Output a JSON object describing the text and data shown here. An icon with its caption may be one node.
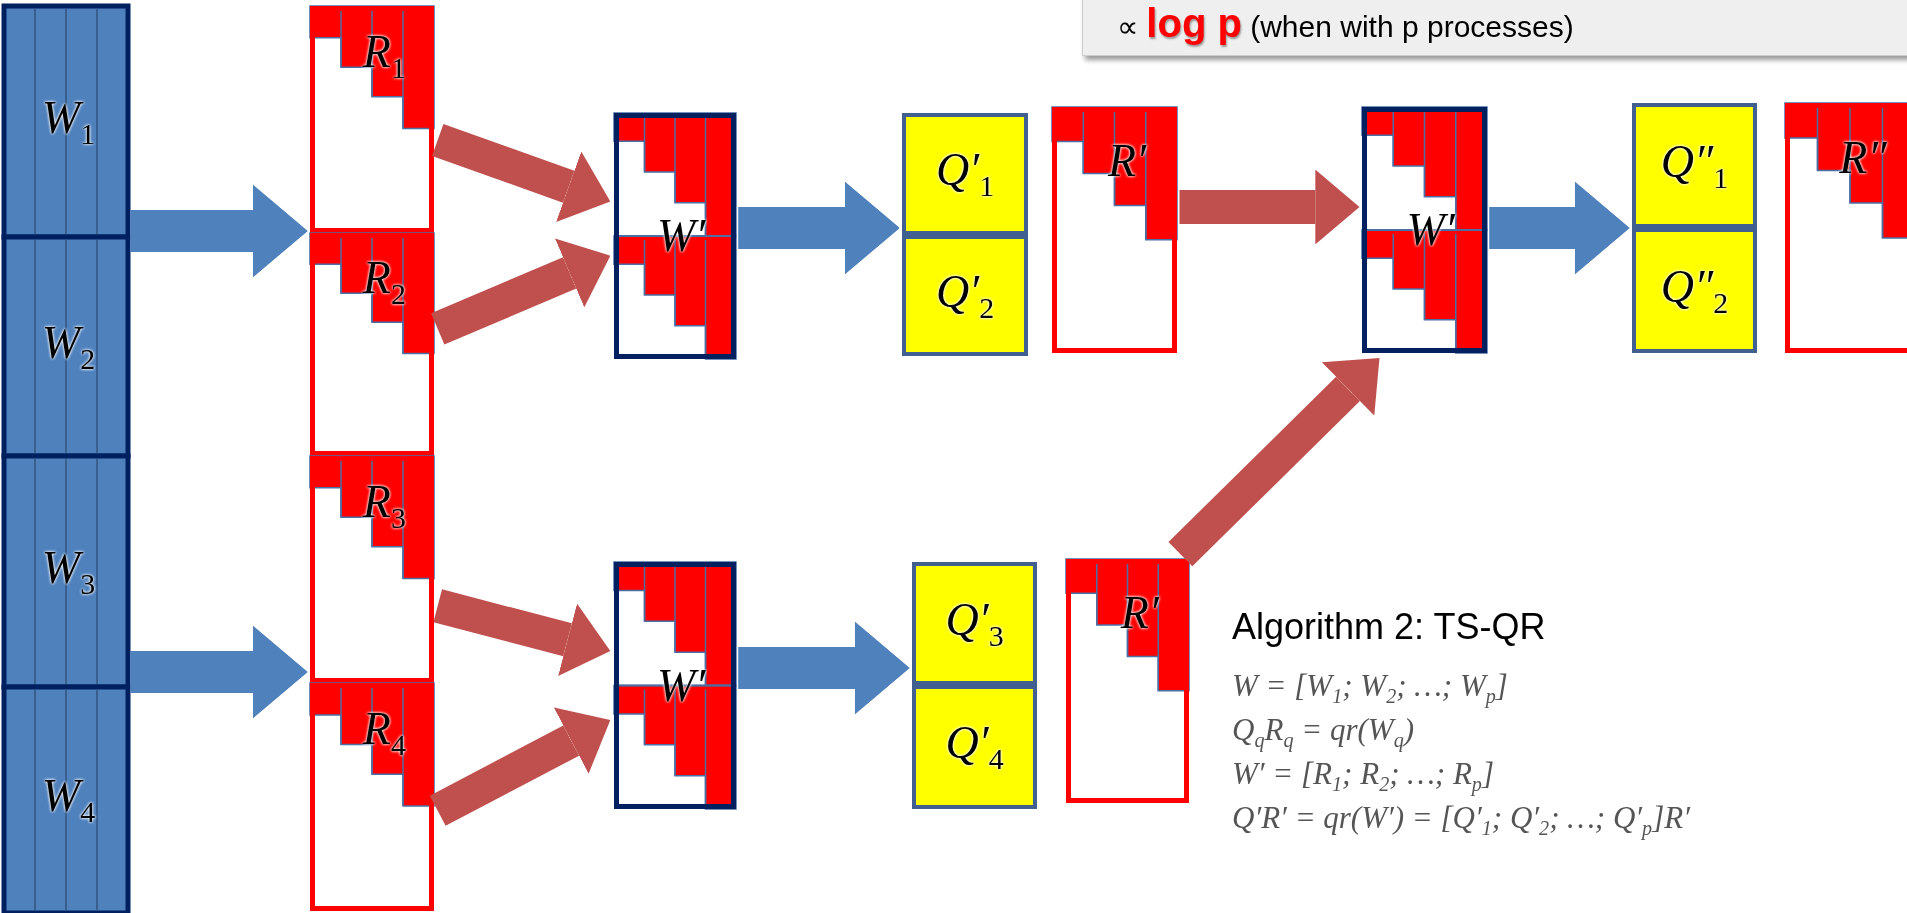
{
  "diagram": {
    "nodes": [
      {
        "text": [
          "W$_{1}$"
        ]
      },
      {
        "text": [
          "W$_{2}$"
        ]
      },
      {
        "text": [
          "W$_{3}$"
        ]
      },
      {
        "text": [
          "W$_{4}$"
        ]
      },
      {
        "text": [
          "R$_{1}$"
        ]
      },
      {
        "text": [
          "R$_{2}$"
        ]
      },
      {
        "text": [
          "R$_{3}$"
        ]
      },
      {
        "text": [
          "R$_{4}$"
        ]
      },
      {
        "text": [
          "W′"
        ]
      },
      {
        "text": [
          "Q′$_{1}$"
        ]
      },
      {
        "text": [
          "Q′$_{2}$"
        ]
      },
      {
        "text": [
          "R′"
        ]
      },
      {
        "text": [
          "W′"
        ]
      },
      {
        "text": [
          "Q″$_{1}$"
        ]
      },
      {
        "text": [
          "Q″$_{2}$"
        ]
      },
      {
        "text": [
          "R″"
        ]
      },
      {
        "text": [
          "W′"
        ]
      },
      {
        "text": [
          "Q′$_{3}$"
        ]
      },
      {
        "text": [
          "Q′$_{4}$"
        ]
      },
      {
        "text": [
          "R′"
        ]
      }
    ],
    "edges": [
      {
        "from": 0,
        "to": 4,
        "arrow": "to"
      },
      {
        "from": 1,
        "to": 5,
        "arrow": "to"
      },
      {
        "from": 2,
        "to": 6,
        "arrow": "to"
      },
      {
        "from": 3,
        "to": 7,
        "arrow": "to"
      },
      {
        "from": 4,
        "to": 8,
        "arrow": "to",
        "color": "#c0504d"
      },
      {
        "from": 5,
        "to": 8,
        "arrow": "to",
        "color": "#c0504d"
      },
      {
        "from": 6,
        "to": 16,
        "arrow": "to",
        "color": "#c0504d"
      },
      {
        "from": 7,
        "to": 16,
        "arrow": "to",
        "color": "#c0504d"
      },
      {
        "from": 8,
        "to": 9,
        "arrow": "to"
      },
      {
        "from": 8,
        "to": 10,
        "arrow": "to"
      },
      {
        "from": 16,
        "to": 17,
        "arrow": "to"
      },
      {
        "from": 16,
        "to": 18,
        "arrow": "to"
      },
      {
        "from": 11,
        "to": 12,
        "arrow": "to",
        "color": "#c0504d"
      },
      {
        "from": 19,
        "to": 12,
        "arrow": "to",
        "color": "#c0504d"
      },
      {
        "from": 12,
        "to": 13,
        "arrow": "to"
      },
      {
        "from": 12,
        "to": 14,
        "arrow": "to"
      }
    ],
    "labels": [
      "∝ **log p** (when with p processes)",
      "Algorithm 2: TS-QR",
      "W = [W$_{1}$; W$_{2}$; …; W$_{p}$]",
      "Q$_{q}$R$_{q}$ = qr(W$_{q}$)",
      "W′ = [R$_{1}$; R$_{2}$; …; R$_{p}$]",
      "Q′R′ = qr(W′) = [Q′$_{1}$; Q′$_{2}$; …; Q′$_{p}$]R′"
    ]
  }
}
